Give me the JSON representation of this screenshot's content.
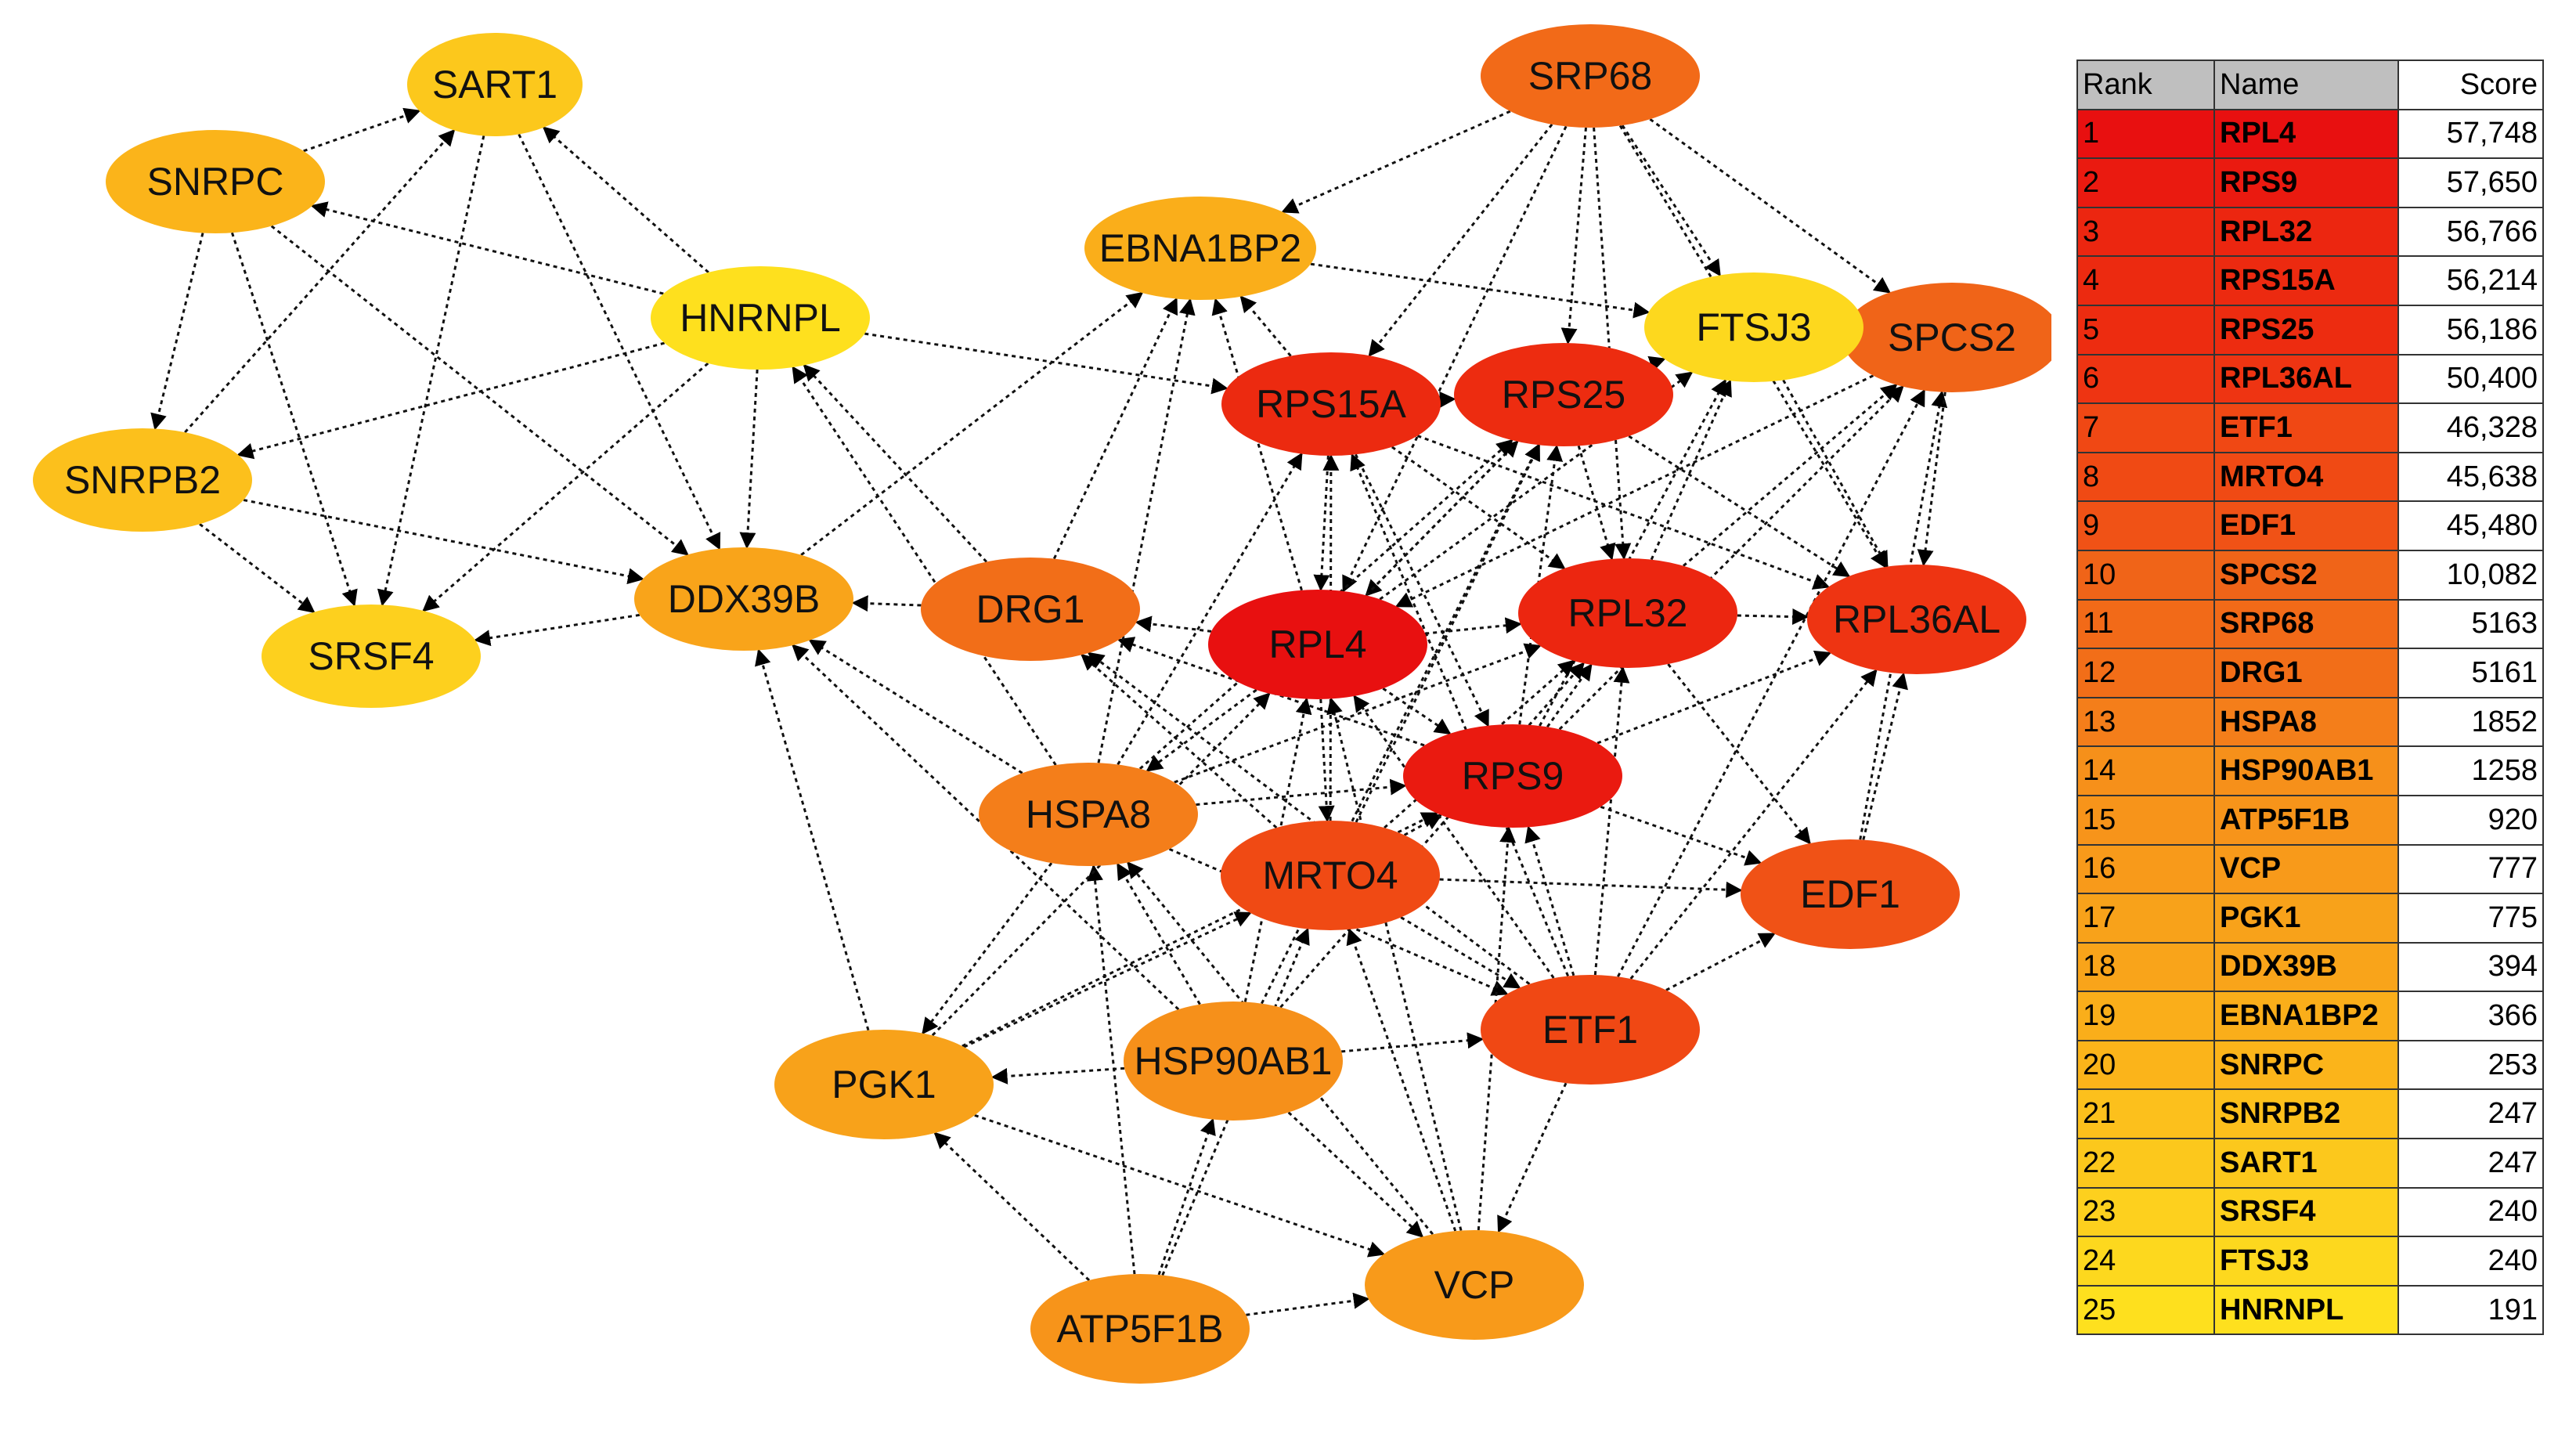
{
  "nodes": [
    {
      "id": "RPL4",
      "color": "#e81010"
    },
    {
      "id": "RPS9",
      "color": "#ea1a10"
    },
    {
      "id": "RPL32",
      "color": "#ec2610"
    },
    {
      "id": "RPS15A",
      "color": "#ec2a10"
    },
    {
      "id": "RPS25",
      "color": "#ed2c10"
    },
    {
      "id": "RPL36AL",
      "color": "#ee3412"
    },
    {
      "id": "ETF1",
      "color": "#f04814"
    },
    {
      "id": "MRTO4",
      "color": "#f04a14"
    },
    {
      "id": "EDF1",
      "color": "#f05216"
    },
    {
      "id": "SPCS2",
      "color": "#f06418"
    },
    {
      "id": "SRP68",
      "color": "#f26a18"
    },
    {
      "id": "DRG1",
      "color": "#f26e18"
    },
    {
      "id": "HSPA8",
      "color": "#f47e1a"
    },
    {
      "id": "HSP90AB1",
      "color": "#f6901a"
    },
    {
      "id": "ATP5F1B",
      "color": "#f7941a"
    },
    {
      "id": "VCP",
      "color": "#f89a1a"
    },
    {
      "id": "PGK1",
      "color": "#f8a21a"
    },
    {
      "id": "DDX39B",
      "color": "#f9a41a"
    },
    {
      "id": "EBNA1BP2",
      "color": "#faae1a"
    },
    {
      "id": "SNRPC",
      "color": "#fbb41a"
    },
    {
      "id": "SNRPB2",
      "color": "#fcc01c"
    },
    {
      "id": "SART1",
      "color": "#fcc81c"
    },
    {
      "id": "SRSF4",
      "color": "#fdd01e"
    },
    {
      "id": "FTSJ3",
      "color": "#fdd81e"
    },
    {
      "id": "HNRNPL",
      "color": "#fee01e"
    }
  ],
  "edges": [
    [
      "SNRPC",
      "SART1"
    ],
    [
      "SNRPC",
      "SNRPB2"
    ],
    [
      "SNRPC",
      "SRSF4"
    ],
    [
      "SNRPC",
      "DDX39B"
    ],
    [
      "HNRNPL",
      "SNRPC"
    ],
    [
      "HNRNPL",
      "SART1"
    ],
    [
      "HNRNPL",
      "SNRPB2"
    ],
    [
      "HNRNPL",
      "SRSF4"
    ],
    [
      "HNRNPL",
      "DDX39B"
    ],
    [
      "HNRNPL",
      "RPS15A"
    ],
    [
      "SNRPB2",
      "SART1"
    ],
    [
      "SNRPB2",
      "SRSF4"
    ],
    [
      "SNRPB2",
      "DDX39B"
    ],
    [
      "SART1",
      "SRSF4"
    ],
    [
      "SART1",
      "DDX39B"
    ],
    [
      "DDX39B",
      "SRSF4"
    ],
    [
      "DDX39B",
      "EBNA1BP2"
    ],
    [
      "DRG1",
      "DDX39B"
    ],
    [
      "DRG1",
      "EBNA1BP2"
    ],
    [
      "DRG1",
      "HNRNPL"
    ],
    [
      "HSPA8",
      "DDX39B"
    ],
    [
      "HSPA8",
      "HNRNPL"
    ],
    [
      "PGK1",
      "DDX39B"
    ],
    [
      "EBNA1BP2",
      "FTSJ3"
    ],
    [
      "SRP68",
      "EBNA1BP2"
    ],
    [
      "SRP68",
      "RPS15A"
    ],
    [
      "SRP68",
      "RPS25"
    ],
    [
      "SRP68",
      "RPL32"
    ],
    [
      "SRP68",
      "FTSJ3"
    ],
    [
      "SRP68",
      "SPCS2"
    ],
    [
      "SRP68",
      "RPL36AL"
    ],
    [
      "SRP68",
      "RPL4"
    ],
    [
      "RPS15A",
      "RPS25"
    ],
    [
      "RPS15A",
      "RPL32"
    ],
    [
      "RPS15A",
      "RPL36AL"
    ],
    [
      "RPS15A",
      "RPL4"
    ],
    [
      "RPS15A",
      "EBNA1BP2"
    ],
    [
      "RPS15A",
      "RPS9"
    ],
    [
      "RPS25",
      "RPL32"
    ],
    [
      "RPS25",
      "RPL36AL"
    ],
    [
      "RPS25",
      "FTSJ3"
    ],
    [
      "RPS25",
      "RPL4"
    ],
    [
      "RPL32",
      "RPL36AL"
    ],
    [
      "RPL32",
      "SPCS2"
    ],
    [
      "RPL32",
      "FTSJ3"
    ],
    [
      "RPL32",
      "EDF1"
    ],
    [
      "RPL4",
      "RPL32"
    ],
    [
      "RPL4",
      "DRG1"
    ],
    [
      "RPL4",
      "RPS9"
    ],
    [
      "RPL4",
      "MRTO4"
    ],
    [
      "RPL4",
      "HSPA8"
    ],
    [
      "RPL4",
      "EBNA1BP2"
    ],
    [
      "RPL4",
      "RPS25"
    ],
    [
      "RPL4",
      "FTSJ3"
    ],
    [
      "RPS9",
      "RPL32"
    ],
    [
      "RPS9",
      "RPL36AL"
    ],
    [
      "RPS9",
      "EDF1"
    ],
    [
      "RPS9",
      "SPCS2"
    ],
    [
      "RPS9",
      "DRG1"
    ],
    [
      "RPS9",
      "RPS25"
    ],
    [
      "RPS9",
      "FTSJ3"
    ],
    [
      "MRTO4",
      "RPS9"
    ],
    [
      "MRTO4",
      "RPL32"
    ],
    [
      "MRTO4",
      "RPS15A"
    ],
    [
      "MRTO4",
      "RPS25"
    ],
    [
      "MRTO4",
      "ETF1"
    ],
    [
      "MRTO4",
      "EDF1"
    ],
    [
      "MRTO4",
      "DRG1"
    ],
    [
      "HSPA8",
      "RPS9"
    ],
    [
      "HSPA8",
      "RPL32"
    ],
    [
      "HSPA8",
      "RPS15A"
    ],
    [
      "HSPA8",
      "RPS25"
    ],
    [
      "HSPA8",
      "PGK1"
    ],
    [
      "HSPA8",
      "ETF1"
    ],
    [
      "HSPA8",
      "EBNA1BP2"
    ],
    [
      "ETF1",
      "RPS9"
    ],
    [
      "ETF1",
      "RPL32"
    ],
    [
      "ETF1",
      "RPL4"
    ],
    [
      "ETF1",
      "RPS15A"
    ],
    [
      "ETF1",
      "RPL36AL"
    ],
    [
      "ETF1",
      "EDF1"
    ],
    [
      "ETF1",
      "VCP"
    ],
    [
      "ETF1",
      "DRG1"
    ],
    [
      "ETF1",
      "SPCS2"
    ],
    [
      "EDF1",
      "RPL36AL"
    ],
    [
      "EDF1",
      "SPCS2"
    ],
    [
      "SPCS2",
      "RPL36AL"
    ],
    [
      "FTSJ3",
      "RPL36AL"
    ],
    [
      "SPCS2",
      "RPL4"
    ],
    [
      "HSP90AB1",
      "PGK1"
    ],
    [
      "HSP90AB1",
      "HSPA8"
    ],
    [
      "HSP90AB1",
      "RPL4"
    ],
    [
      "HSP90AB1",
      "ETF1"
    ],
    [
      "HSP90AB1",
      "VCP"
    ],
    [
      "HSP90AB1",
      "RPL32"
    ],
    [
      "HSP90AB1",
      "DDX39B"
    ],
    [
      "HSP90AB1",
      "RPS25"
    ],
    [
      "ATP5F1B",
      "PGK1"
    ],
    [
      "ATP5F1B",
      "HSP90AB1"
    ],
    [
      "ATP5F1B",
      "VCP"
    ],
    [
      "ATP5F1B",
      "HSPA8"
    ],
    [
      "ATP5F1B",
      "MRTO4"
    ],
    [
      "PGK1",
      "VCP"
    ],
    [
      "PGK1",
      "RPS9"
    ],
    [
      "PGK1",
      "MRTO4"
    ],
    [
      "PGK1",
      "RPL4"
    ],
    [
      "VCP",
      "MRTO4"
    ],
    [
      "VCP",
      "RPL4"
    ],
    [
      "VCP",
      "RPS9"
    ],
    [
      "VCP",
      "HSPA8"
    ]
  ],
  "table": {
    "headers": {
      "rank": "Rank",
      "name": "Name",
      "score": "Score"
    },
    "rows": [
      {
        "rank": "1",
        "name": "RPL4",
        "score": "57,748",
        "color": "#e81010"
      },
      {
        "rank": "2",
        "name": "RPS9",
        "score": "57,650",
        "color": "#ea1a10"
      },
      {
        "rank": "3",
        "name": "RPL32",
        "score": "56,766",
        "color": "#ec2610"
      },
      {
        "rank": "4",
        "name": "RPS15A",
        "score": "56,214",
        "color": "#ec2a10"
      },
      {
        "rank": "5",
        "name": "RPS25",
        "score": "56,186",
        "color": "#ed2c10"
      },
      {
        "rank": "6",
        "name": "RPL36AL",
        "score": "50,400",
        "color": "#ee3412"
      },
      {
        "rank": "7",
        "name": "ETF1",
        "score": "46,328",
        "color": "#f04814"
      },
      {
        "rank": "8",
        "name": "MRTO4",
        "score": "45,638",
        "color": "#f04a14"
      },
      {
        "rank": "9",
        "name": "EDF1",
        "score": "45,480",
        "color": "#f05216"
      },
      {
        "rank": "10",
        "name": "SPCS2",
        "score": "10,082",
        "color": "#f06418"
      },
      {
        "rank": "11",
        "name": "SRP68",
        "score": "5163",
        "color": "#f26a18"
      },
      {
        "rank": "12",
        "name": "DRG1",
        "score": "5161",
        "color": "#f26e18"
      },
      {
        "rank": "13",
        "name": "HSPA8",
        "score": "1852",
        "color": "#f47e1a"
      },
      {
        "rank": "14",
        "name": "HSP90AB1",
        "score": "1258",
        "color": "#f6901a"
      },
      {
        "rank": "15",
        "name": "ATP5F1B",
        "score": "920",
        "color": "#f7941a"
      },
      {
        "rank": "16",
        "name": "VCP",
        "score": "777",
        "color": "#f89a1a"
      },
      {
        "rank": "17",
        "name": "PGK1",
        "score": "775",
        "color": "#f8a21a"
      },
      {
        "rank": "18",
        "name": "DDX39B",
        "score": "394",
        "color": "#f9a41a"
      },
      {
        "rank": "19",
        "name": "EBNA1BP2",
        "score": "366",
        "color": "#faae1a"
      },
      {
        "rank": "20",
        "name": "SNRPC",
        "score": "253",
        "color": "#fbb41a"
      },
      {
        "rank": "21",
        "name": "SNRPB2",
        "score": "247",
        "color": "#fcc01c"
      },
      {
        "rank": "22",
        "name": "SART1",
        "score": "247",
        "color": "#fcc81c"
      },
      {
        "rank": "23",
        "name": "SRSF4",
        "score": "240",
        "color": "#fdd01e"
      },
      {
        "rank": "24",
        "name": "FTSJ3",
        "score": "240",
        "color": "#fdd81e"
      },
      {
        "rank": "25",
        "name": "HNRNPL",
        "score": "191",
        "color": "#fee01e"
      }
    ]
  }
}
